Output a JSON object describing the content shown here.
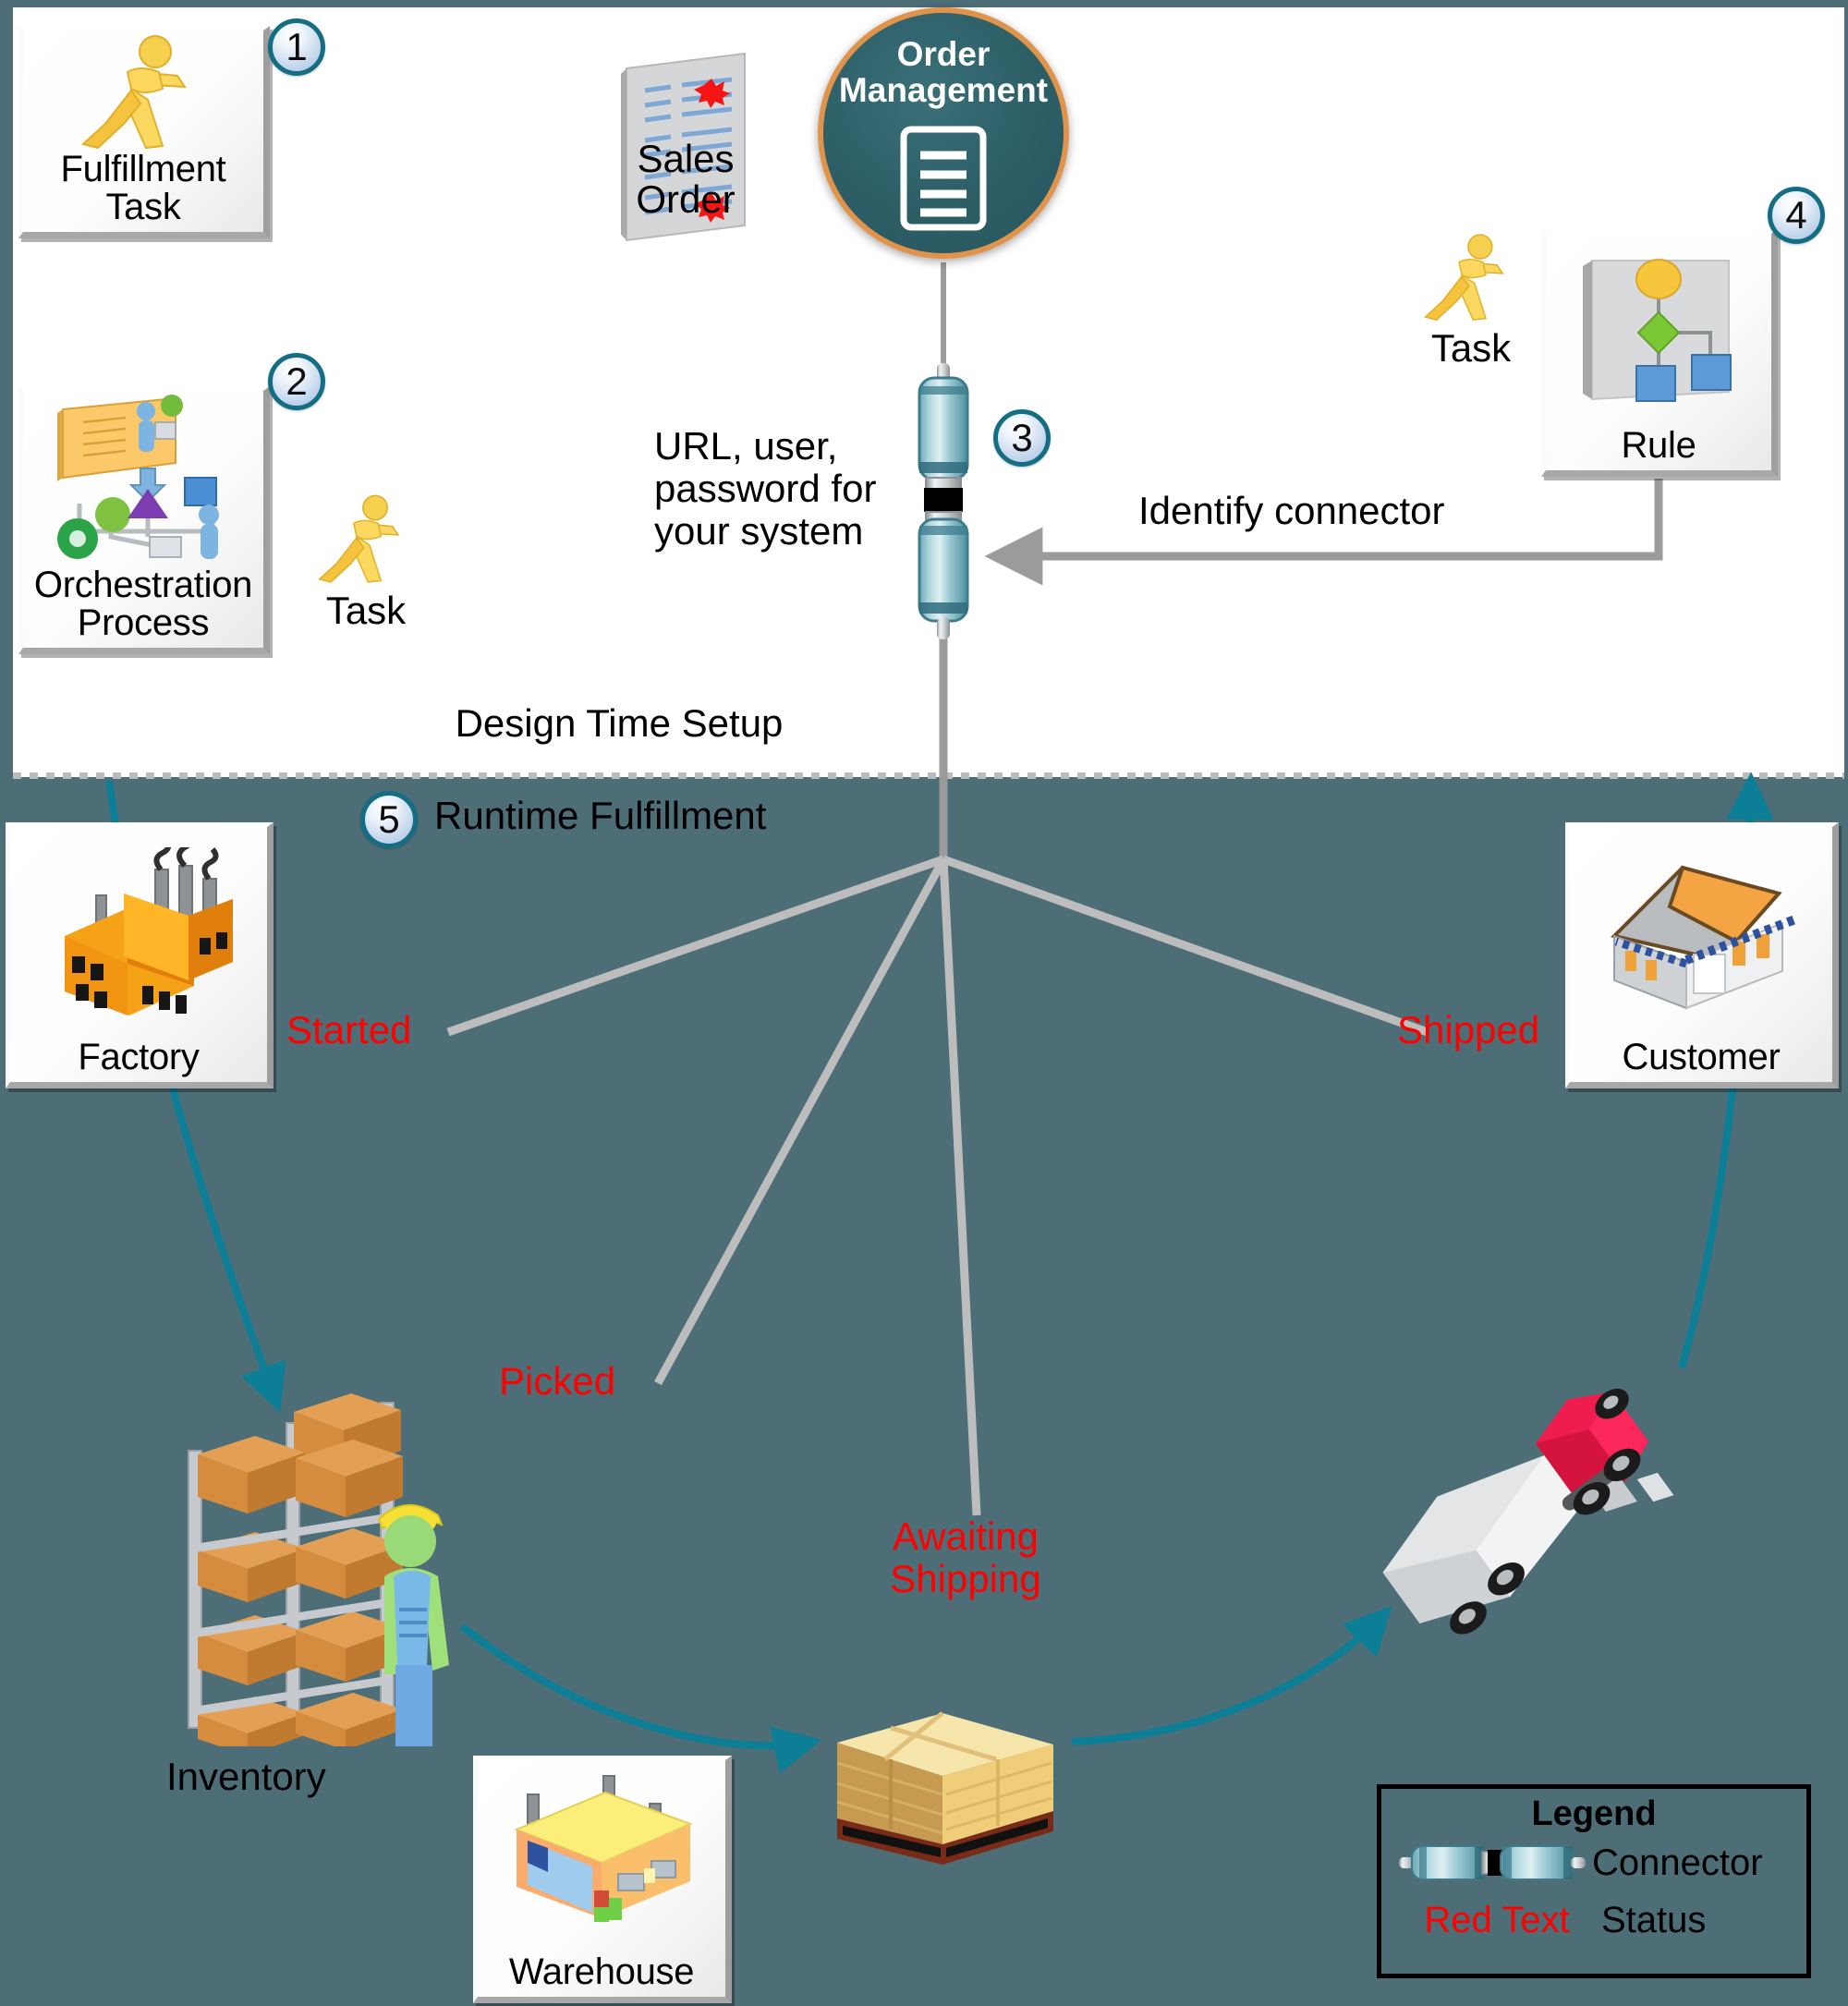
{
  "diagram": {
    "background_color": "#4d6e77",
    "panel_color": "#ffffff",
    "status_color": "#ff0000",
    "accent_color": "#136e84",
    "sections": {
      "design_time_label": "Design Time Setup",
      "runtime_label": "Runtime Fulfillment"
    }
  },
  "callouts": [
    {
      "number": "1",
      "refers_to": "Fulfillment Task"
    },
    {
      "number": "2",
      "refers_to": "Orchestration Process"
    },
    {
      "number": "3",
      "refers_to": "Connector"
    },
    {
      "number": "4",
      "refers_to": "Rule"
    },
    {
      "number": "5",
      "refers_to": "Runtime Fulfillment"
    }
  ],
  "nodes": {
    "fulfillment_task": {
      "label": "Fulfillment\nTask",
      "icon": "running-person-icon"
    },
    "orchestration_process": {
      "label": "Orchestration\nProcess",
      "icon": "orchestration-process-icon"
    },
    "task_left": {
      "label": "Task",
      "icon": "running-person-icon"
    },
    "task_right": {
      "label": "Task",
      "icon": "running-person-icon"
    },
    "rule": {
      "label": "Rule",
      "icon": "rule-tree-icon"
    },
    "factory": {
      "label": "Factory",
      "icon": "factory-icon"
    },
    "customer": {
      "label": "Customer",
      "icon": "house-icon"
    },
    "warehouse": {
      "label": "Warehouse",
      "icon": "warehouse-icon"
    },
    "inventory": {
      "label": "Inventory",
      "icon": "inventory-racks-icon"
    },
    "sales_order": {
      "label": "Sales\nOrder",
      "icon": "document-icon"
    },
    "order_management": {
      "label": "Order\nManagement",
      "icon": "order-doc-icon"
    },
    "pallet": {
      "icon": "pallet-icon"
    },
    "truck": {
      "icon": "truck-icon"
    }
  },
  "annotations": {
    "url_user_password": "URL, user,\npassword for\nyour system",
    "identify_connector": "Identify connector"
  },
  "statuses": [
    {
      "label": "Started",
      "near": "factory"
    },
    {
      "label": "Picked",
      "near": "inventory"
    },
    {
      "label": "Awaiting Shipping",
      "near": "pallet"
    },
    {
      "label": "Shipped",
      "near": "customer"
    }
  ],
  "status_texts": {
    "started": "Started",
    "picked": "Picked",
    "awaiting_shipping": "Awaiting\nShipping",
    "shipped": "Shipped"
  },
  "legend": {
    "title": "Legend",
    "rows": [
      {
        "symbol": "connector-icon",
        "label": "Connector"
      },
      {
        "symbol": "red-text-sample",
        "sample": "Red Text",
        "label": "Status"
      }
    ],
    "connector_label": "Connector",
    "red_text_sample": "Red Text",
    "status_label": "Status"
  }
}
